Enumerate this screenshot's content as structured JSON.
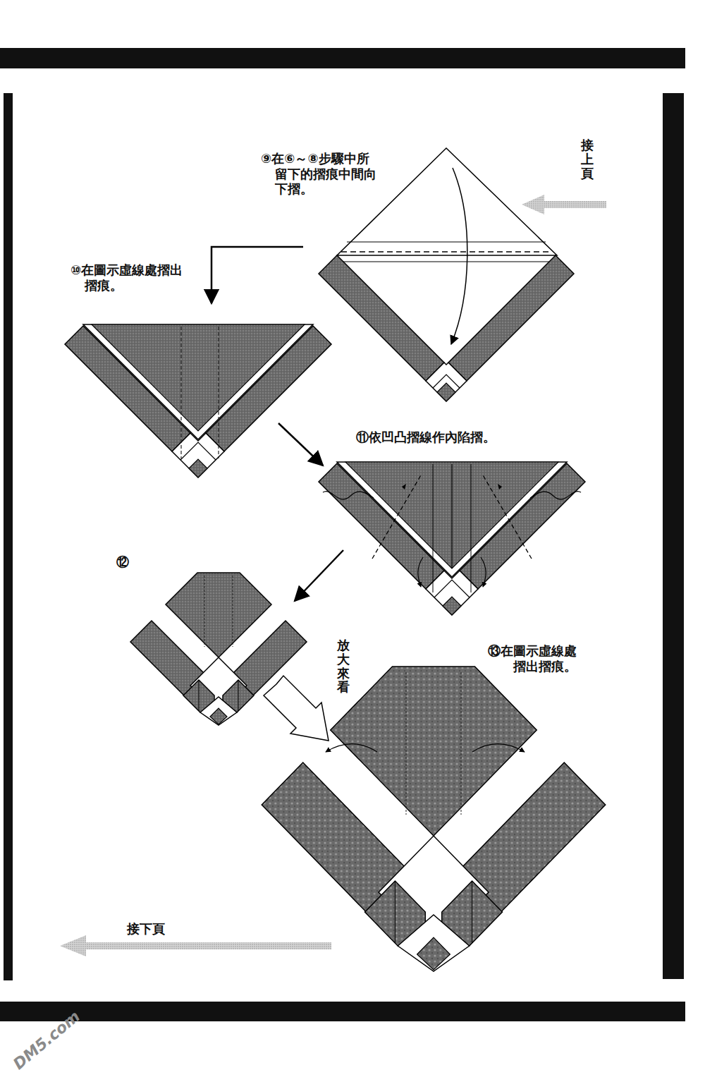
{
  "diagram": {
    "labels": [
      "接上頁",
      "⑨在⑥～⑧步驟中所留下的摺痕中間向下摺。",
      "⑩在圖示虛線處摺出摺痕。",
      "⑪依凹凸摺線作內陷摺。",
      "⑫",
      "放大來看",
      "⑬在圖示虛線處摺出摺痕。",
      "接下頁",
      "DM5.com"
    ]
  }
}
